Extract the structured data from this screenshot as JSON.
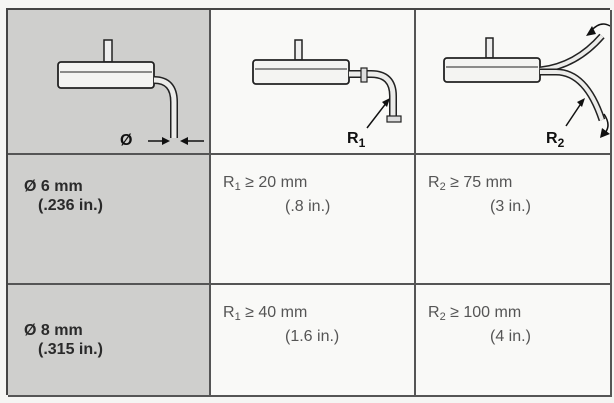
{
  "header": {
    "col1_symbol": "Ø",
    "col2_label_main": "R",
    "col2_label_sub": "1",
    "col3_label_main": "R",
    "col3_label_sub": "2"
  },
  "rows": [
    {
      "label_main": "Ø 6 mm",
      "label_sub": "(.236 in.)",
      "r1_main": "R",
      "r1_sub": "1",
      "r1_rel": "≥  20 mm",
      "r1_in": "(.8 in.)",
      "r2_main": "R",
      "r2_sub": "2",
      "r2_rel": "≥  75 mm",
      "r2_in": "(3 in.)"
    },
    {
      "label_main": "Ø 8 mm",
      "label_sub": "(.315 in.)",
      "r1_main": "R",
      "r1_sub": "1",
      "r1_rel": "≥  40 mm",
      "r1_in": "(1.6 in.)",
      "r2_main": "R",
      "r2_sub": "2",
      "r2_rel": "≥ 100 mm",
      "r2_in": "(4 in.)"
    }
  ]
}
